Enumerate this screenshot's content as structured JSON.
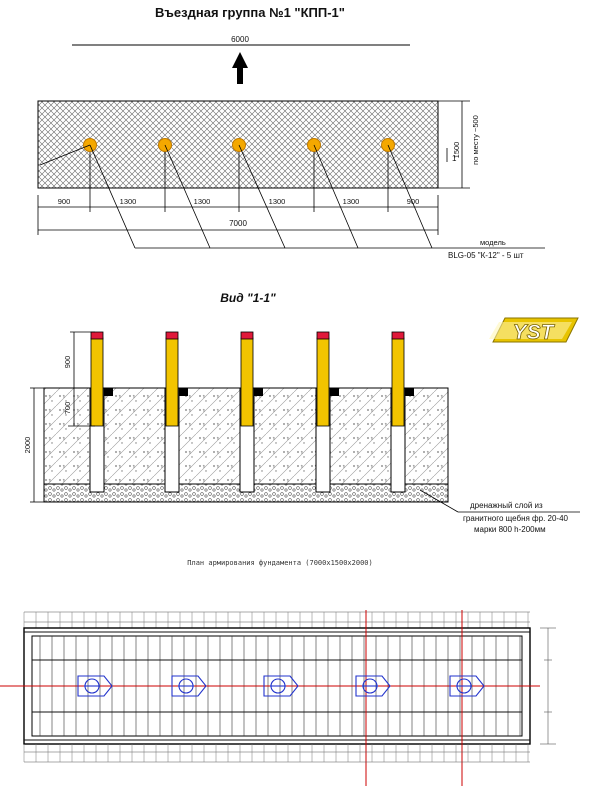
{
  "title_main": "Въездная группа №1 \"КПП-1\"",
  "plan": {
    "top_dim": "6000",
    "dims_bottom": [
      "900",
      "1300",
      "1300",
      "1300",
      "1300",
      "900"
    ],
    "total_dim": "7000",
    "right_dim_1": "1500",
    "right_dim_2": "по месту ~500",
    "section_mark": "1",
    "model_label": "модель",
    "model_value": "BLG-05 \"К-12\" - 5 шт"
  },
  "view": {
    "title": "Вид \"1-1\"",
    "dim_900": "900",
    "dim_700": "700",
    "dim_2000": "2000",
    "note_lines": [
      "дренажный слой из",
      "гранитного щебня фр. 20-40",
      "марки 800 h-200мм"
    ],
    "logo": "YST"
  },
  "rebar": {
    "title": "План армирования фундамента (7000х1500х2000)"
  },
  "colors": {
    "bollard_yellow": "#f2c400",
    "bollard_cap": "#e0193a",
    "bollard_dot": "#f4a800",
    "rebar_red": "#cc0000",
    "rebar_blue": "#2233cc",
    "logo_yellow": "#e8c400"
  }
}
